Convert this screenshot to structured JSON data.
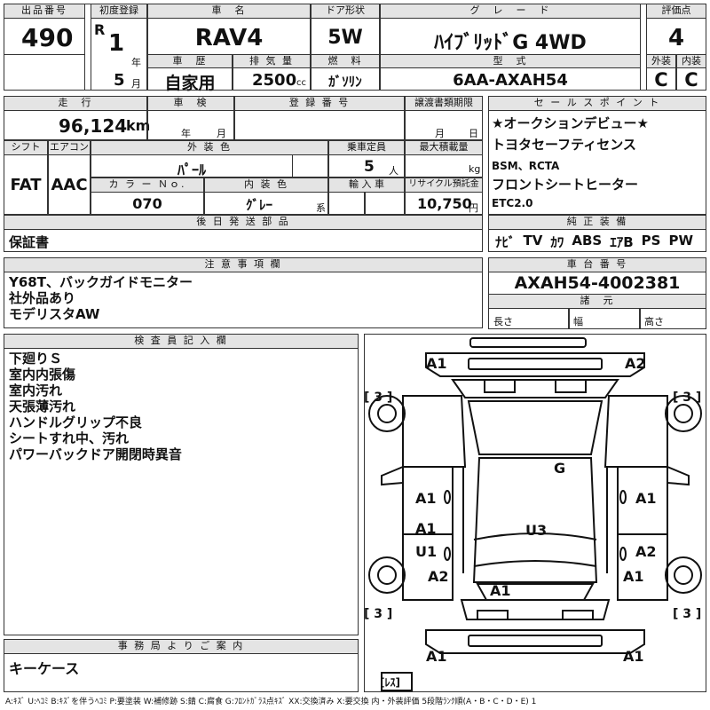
{
  "header": {
    "lot_label": "出品番号",
    "lot_value": "490",
    "reg_label": "初度登録",
    "reg_era": "R",
    "reg_year": "1",
    "year_unit": "年",
    "reg_month": "5",
    "month_unit": "月",
    "name_label": "車　名",
    "name_value": "RAV4",
    "door_label": "ドア形状",
    "door_value": "5W",
    "grade_label": "グ　レ　ー　ド",
    "grade_value": "ﾊｲﾌﾞﾘｯﾄﾞG 4WD",
    "score_label": "評価点",
    "score_value": "4",
    "history_label": "車　歴",
    "history_value": "自家用",
    "disp_label": "排 気 量",
    "disp_value": "2500",
    "disp_unit": "cc",
    "fuel_label": "燃　料",
    "fuel_value": "ｶﾞｿﾘﾝ",
    "model_label": "型　式",
    "model_value": "6AA-AXAH54",
    "ext_label": "外装",
    "ext_value": "C",
    "int_label": "内装",
    "int_value": "C"
  },
  "row2": {
    "mileage_label": "走　行",
    "mileage_value": "96,124",
    "mileage_unit": "km",
    "inspection_label": "車　検",
    "inspection_year": "年",
    "inspection_month": "月",
    "plate_label": "登 録 番 号",
    "transfer_label": "譲渡書類期限",
    "transfer_month": "月",
    "transfer_day": "日"
  },
  "row3": {
    "shift_label": "シフト",
    "shift_value": "FAT",
    "ac_label": "エアコン",
    "ac_value": "AAC",
    "color_label": "外 装 色",
    "color_value": "ﾊﾟｰﾙ",
    "seats_label": "乗車定員",
    "seats_value": "5",
    "seats_unit": "人",
    "load_label": "最大積載量",
    "load_unit": "kg",
    "colorno_label": "カ ラ ー Ｎｏ.",
    "colorno_value": "070",
    "intcolor_label": "内 装 色",
    "intcolor_value": "ｸﾞﾚｰ",
    "intcolor_unit": "系",
    "import_label": "輸 入 車",
    "recycle_label": "リサイクル預託金",
    "recycle_value": "10,750",
    "recycle_unit": "円"
  },
  "later": {
    "label": "後 日 発 送 部 品",
    "value": "保証書"
  },
  "sales": {
    "label": "セ ー ル ス ポ イ ン ト",
    "items": [
      "★オークションデビュー★",
      "トヨタセーフティセンス",
      "BSM、RCTA",
      "フロントシートヒーター",
      "ETC2.0"
    ]
  },
  "equipment": {
    "label": "純 正 装 備",
    "items": [
      "ﾅﾋﾞ",
      "TV",
      "ｶﾜ",
      "ABS",
      "ｴｱB",
      "PS",
      "PW"
    ]
  },
  "notes": {
    "label": "注 意 事 項 欄",
    "items": [
      "Y68T、バックガイドモニター",
      "社外品あり",
      "モデリスタAW"
    ]
  },
  "chassis": {
    "label": "車 台 番 号",
    "value": "AXAH54-4002381",
    "spec_label": "諸　元",
    "length_label": "長さ",
    "width_label": "幅",
    "height_label": "高さ"
  },
  "inspector": {
    "label": "検 査 員 記 入 欄",
    "items": [
      "下廻りＳ",
      "室内内張傷",
      "室内汚れ",
      "天張薄汚れ",
      "ハンドルグリップ不良",
      "シートすれ中、汚れ",
      "パワーバックドア開閉時異音"
    ]
  },
  "office": {
    "label": "事 務 局 よ り ご 案 内",
    "value": "キーケース"
  },
  "diagram": {
    "marks": {
      "a1_top_left": "A1",
      "a2_top_right": "A2",
      "tread_fl": "[ 3 ]",
      "tread_fr": "[ 3 ]",
      "g_windshield": "G",
      "a1_left_upper": "A1",
      "a1_right_upper": "A1",
      "u3_roof": "U3",
      "a1_left_mid": "A1",
      "u1_left": "U1",
      "a2_right_mid": "A2",
      "a2_left_lower": "A2",
      "a1_right_lower": "A1",
      "a1_rear_glass": "A1",
      "tread_rl": "[ 3 ]",
      "tread_rr": "[ 3 ]",
      "a1_bottom_left": "A1",
      "a1_bottom_right": "A1",
      "spare": "[ﾚｽ]"
    }
  },
  "legend": "A:ｷｽﾞ U:ﾍｺﾐ B:ｷｽﾞを伴うﾍｺﾐ P:要塗装 W:補修跡 S:錆 C:腐食 G:ﾌﾛﾝﾄｶﾞﾗｽ点ｷｽﾞ XX:交換済み X:要交換  内・外装評価 5段階ﾗﾝｸ順(A・B・C・D・E) 1"
}
